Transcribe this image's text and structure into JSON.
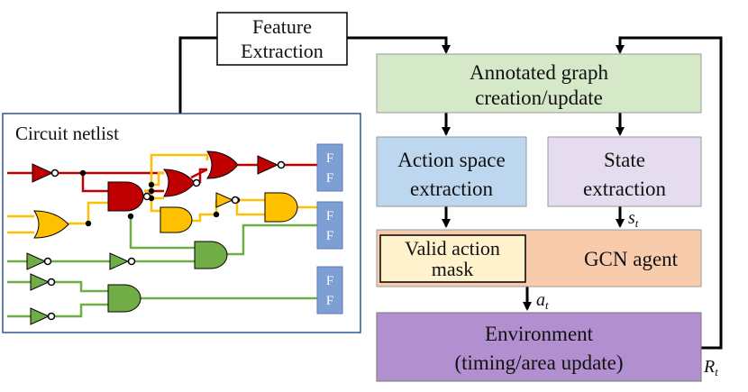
{
  "feature_extraction": {
    "line1": "Feature",
    "line2": "Extraction"
  },
  "annotated_graph": {
    "line1": "Annotated graph",
    "line2": "creation/update"
  },
  "action_space": {
    "line1": "Action space",
    "line2": "extraction"
  },
  "state_extraction": {
    "line1": "State",
    "line2": "extraction"
  },
  "gcn_agent": {
    "label": "GCN agent",
    "mask_line1": "Valid action",
    "mask_line2": "mask"
  },
  "environment": {
    "line1": "Environment",
    "line2": "(timing/area update)"
  },
  "circuit": {
    "title": "Circuit netlist",
    "ff_label": "F"
  },
  "signals": {
    "state": {
      "base": "s",
      "sub": "t"
    },
    "action": {
      "base": "a",
      "sub": "t"
    },
    "reward": {
      "base": "R",
      "sub": "t"
    }
  },
  "colors": {
    "graph_box": "#d5e8c8",
    "action_box": "#bdd7ee",
    "state_box": "#e6dcef",
    "agent_box": "#f8cbad",
    "mask_box": "#fff2cc",
    "env_box": "#b28fce",
    "ff_box": "#7d9fd3",
    "red_gate": "#c00000",
    "yellow_gate": "#ffc000",
    "green_gate": "#70ad47",
    "panel_border": "#2f5597"
  }
}
